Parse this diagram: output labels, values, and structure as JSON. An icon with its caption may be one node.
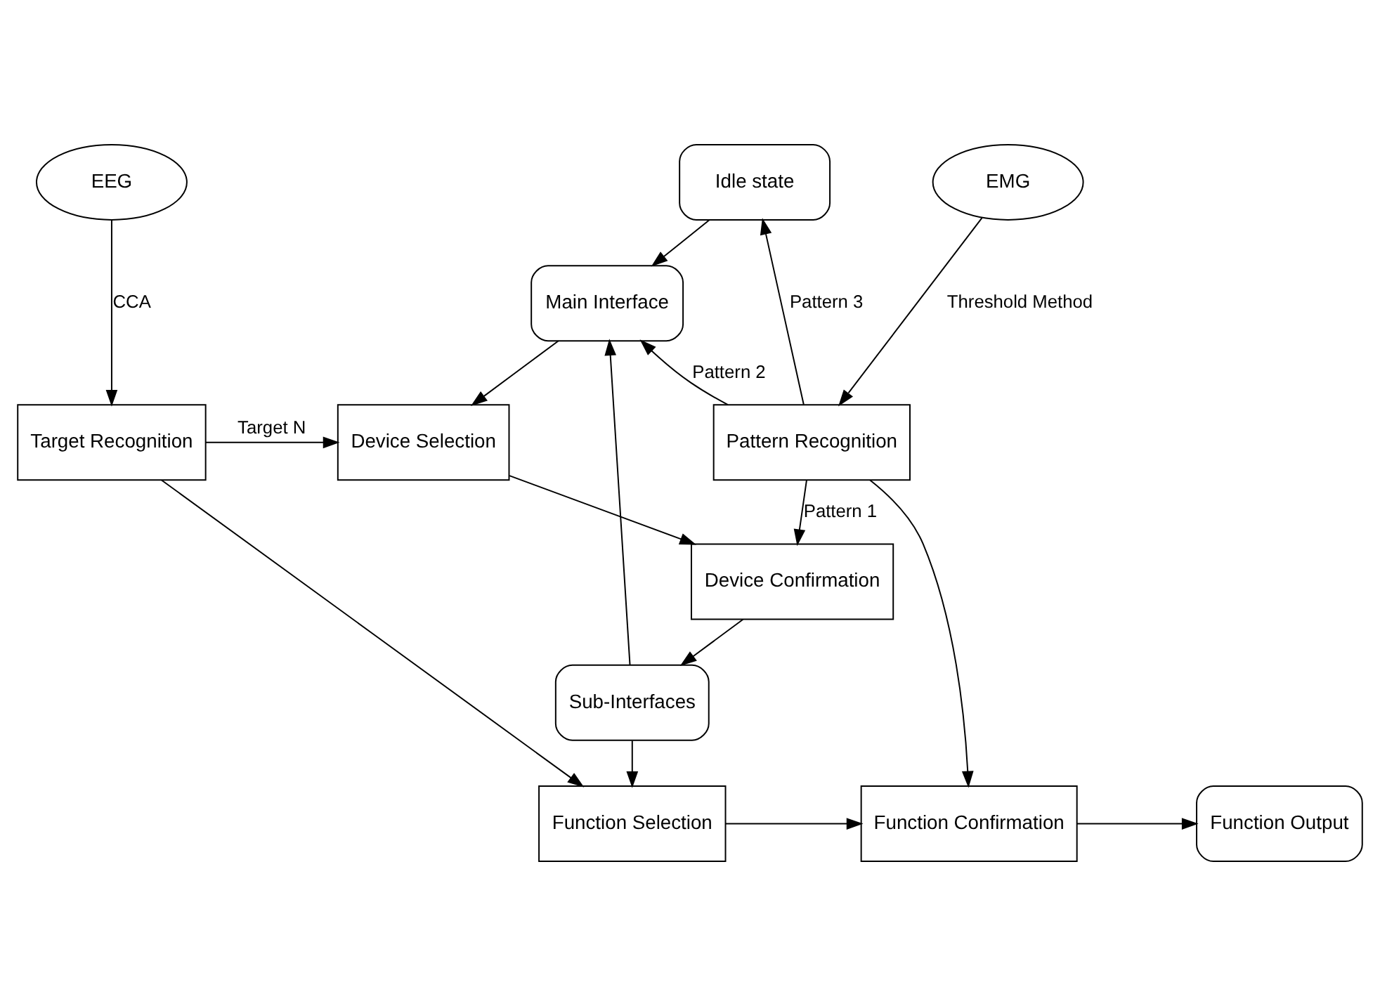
{
  "diagram": {
    "nodes": [
      {
        "text": [
          "Idle state"
        ]
      },
      {
        "text": [
          "EEG"
        ]
      },
      {
        "text": [
          "Main Interface"
        ]
      },
      {
        "text": [
          "EMG"
        ]
      },
      {
        "text": [
          "Target Recognition"
        ]
      },
      {
        "text": [
          "Device Selection"
        ]
      },
      {
        "text": [
          "Pattern Recognition"
        ]
      },
      {
        "text": [
          "Device Confirmation"
        ]
      },
      {
        "text": [
          "Sub-Interfaces"
        ]
      },
      {
        "text": [
          "Function Selection"
        ]
      },
      {
        "text": [
          "Function Confirmation"
        ]
      },
      {
        "text": [
          "Function Output"
        ]
      }
    ],
    "edges": [
      {
        "from": 0,
        "to": 2,
        "arrow": "to"
      },
      {
        "from": 1,
        "to": 4,
        "arrow": "to",
        "label": "CCA"
      },
      {
        "from": 3,
        "to": 6,
        "arrow": "to",
        "label": "Threshold Method"
      },
      {
        "from": 2,
        "to": 5,
        "arrow": "to"
      },
      {
        "from": 4,
        "to": 5,
        "arrow": "to",
        "label": "Target N"
      },
      {
        "from": 4,
        "to": 9,
        "arrow": "to"
      },
      {
        "from": 6,
        "to": 2,
        "arrow": "to",
        "label": "Pattern 2"
      },
      {
        "from": 6,
        "to": 0,
        "arrow": "to",
        "label": "Pattern 3"
      },
      {
        "from": 5,
        "to": 7,
        "arrow": "to"
      },
      {
        "from": 6,
        "to": 7,
        "arrow": "to",
        "label": "Pattern 1"
      },
      {
        "from": 6,
        "to": 10,
        "arrow": "to"
      },
      {
        "from": 7,
        "to": 8,
        "arrow": "to"
      },
      {
        "from": 8,
        "to": 2,
        "arrow": "to"
      },
      {
        "from": 8,
        "to": 9,
        "arrow": "to"
      },
      {
        "from": 9,
        "to": 10,
        "arrow": "to"
      },
      {
        "from": 10,
        "to": 11,
        "arrow": "to"
      }
    ]
  }
}
